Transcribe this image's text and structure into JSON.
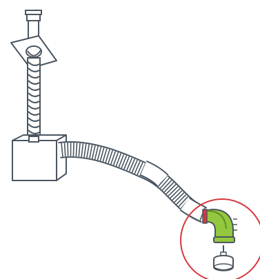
{
  "diagram": {
    "parts": [
      {
        "id": "chimney-cap",
        "icon": "chimney-cap-icon"
      },
      {
        "id": "roof-flashing",
        "icon": "roof-flashing-icon"
      },
      {
        "id": "chimney-flue-liner",
        "icon": "flexible-liner-icon"
      },
      {
        "id": "termination-box",
        "icon": "box-icon"
      },
      {
        "id": "flexible-connector-hose",
        "icon": "corrugated-hose-icon"
      },
      {
        "id": "elbow-connector",
        "icon": "elbow-icon"
      },
      {
        "id": "outlet-adapter",
        "icon": "adapter-icon"
      }
    ],
    "colors": {
      "outline": "#4a5560",
      "fill": "#ffffff",
      "highlight_ring": "#d8353b",
      "elbow_green": "#93c83e",
      "elbow_green_dark": "#5f8f26",
      "seal_red": "#d8353b"
    }
  }
}
